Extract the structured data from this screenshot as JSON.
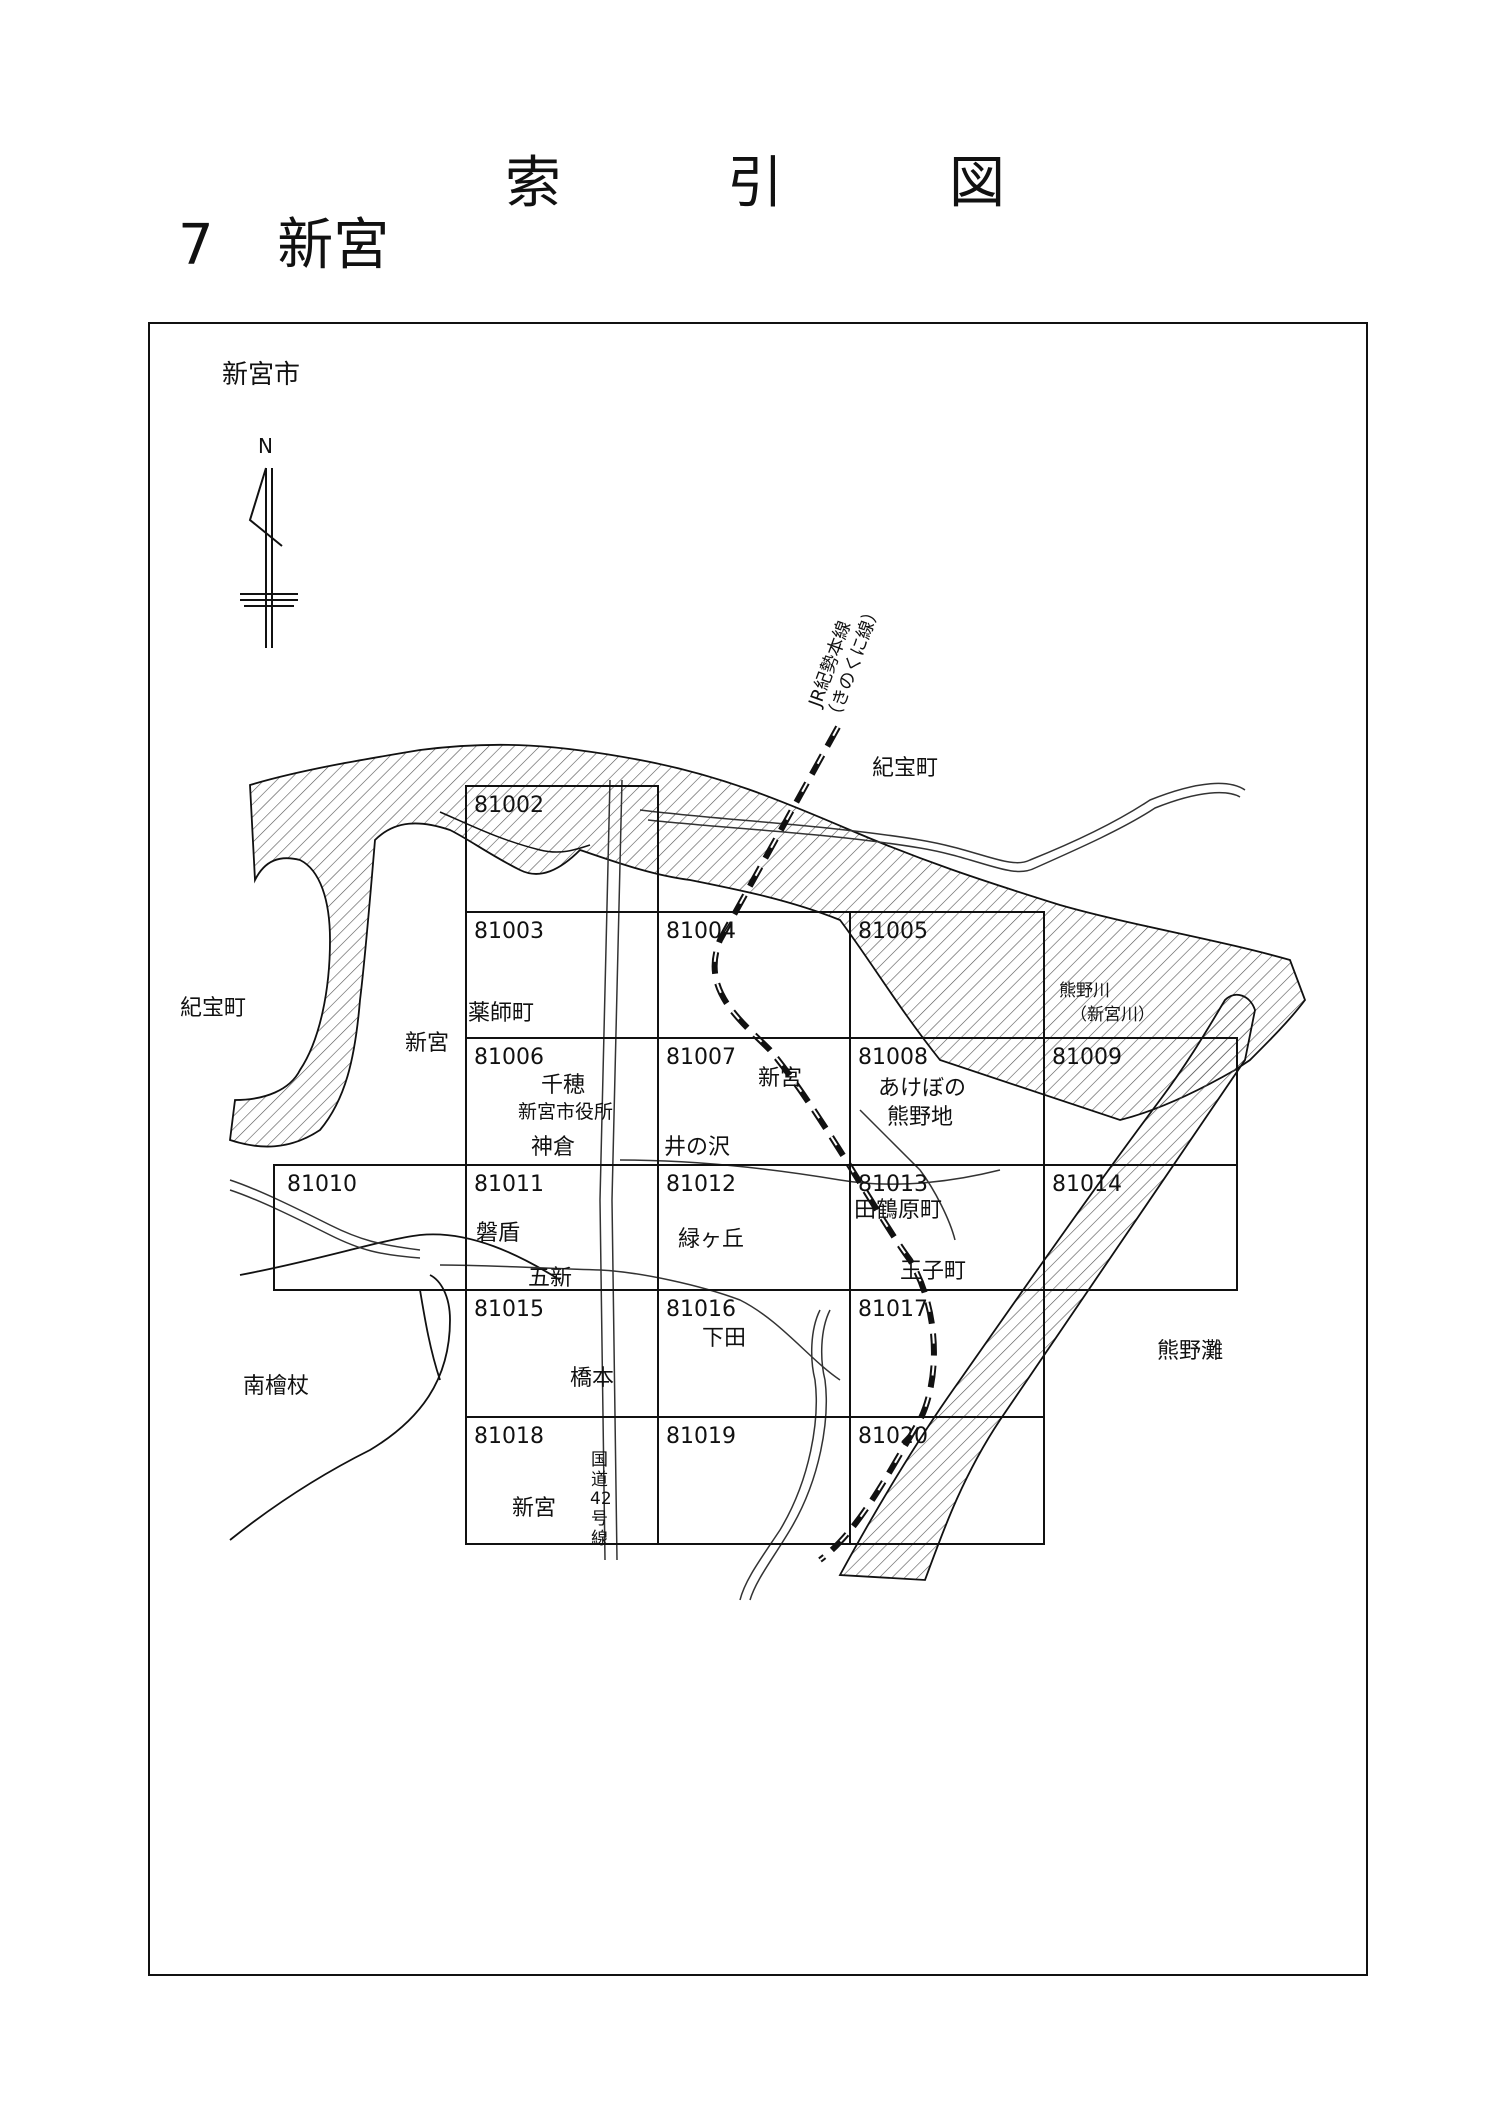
{
  "header": {
    "title_chars": [
      "索",
      "引",
      "図"
    ],
    "section_number": "7",
    "section_name": "新宮"
  },
  "map": {
    "city_label": "新宮市",
    "north_label": "N",
    "tiles": [
      "81002",
      "81003",
      "81004",
      "81005",
      "81006",
      "81007",
      "81008",
      "81009",
      "81010",
      "81011",
      "81012",
      "81013",
      "81014",
      "81015",
      "81016",
      "81017",
      "81018",
      "81019",
      "81020"
    ],
    "place_names": {
      "kihocho_ne": "紀宝町",
      "kihocho_w": "紀宝町",
      "shingu_w": "新宮",
      "yakushicho": "薬師町",
      "chiho": "千穂",
      "city_hall": "新宮市役所",
      "kamikura": "神倉",
      "inosawa": "井の沢",
      "shingu_c": "新宮",
      "akebono": "あけぼの",
      "kumanochi": "熊野地",
      "tazuruhara": "田鶴原町",
      "ojicho": "王子町",
      "banjo": "磐盾",
      "goshin": "五新",
      "midorigaoka": "緑ヶ丘",
      "shimoda": "下田",
      "hashimoto": "橋本",
      "minami_hinokitsue": "南檜杖",
      "shingu_s": "新宮",
      "kumanonada": "熊野灘",
      "kumanogawa": "熊野川",
      "shingugawa": "（新宮川）",
      "route42_a": "国",
      "route42_b": "道",
      "route42_c": "42",
      "route42_d": "号",
      "route42_e": "線",
      "jr_line": "JR紀勢本線",
      "jr_line_alias": "（きのくに線）"
    },
    "colors": {
      "ink": "#111111",
      "hatch": "#555555"
    }
  }
}
